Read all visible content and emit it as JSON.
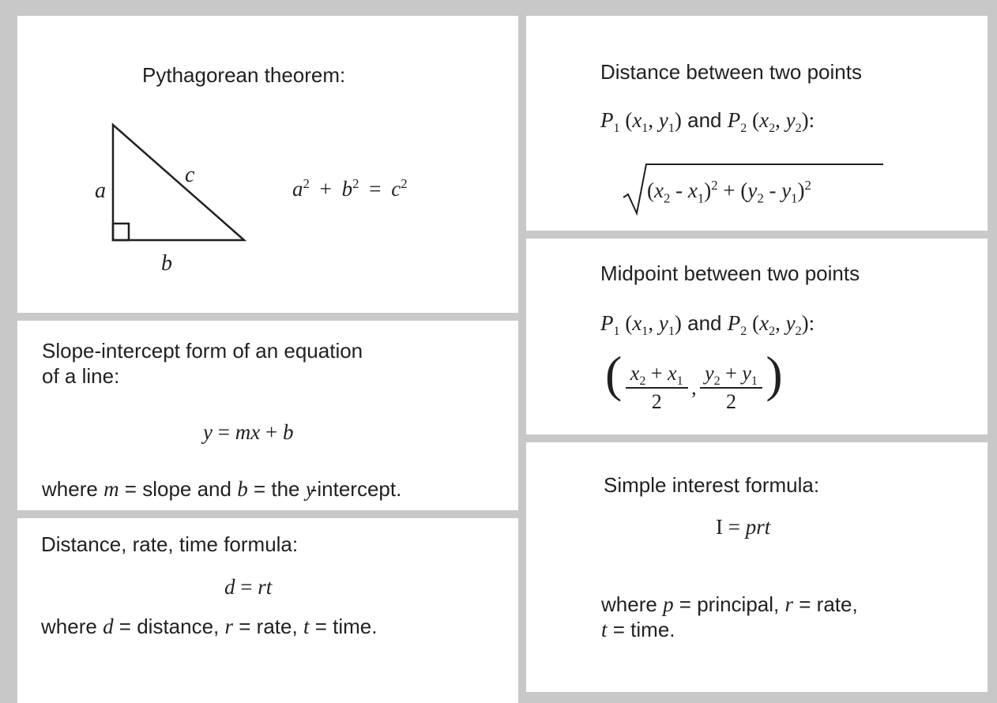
{
  "pythagorean": {
    "title": "Pythagorean theorem:",
    "label_a": "a",
    "label_b": "b",
    "label_c": "c"
  },
  "slope": {
    "line1": "Slope-intercept form of an equation",
    "line2": "of a line:",
    "word_where": "where",
    "word_eq_slope_and": "= slope and",
    "word_eq_the": "= the",
    "word_intercept": "-intercept."
  },
  "drt": {
    "title": "Distance, rate, time formula:",
    "word_where": "where",
    "word_distance": "= distance,",
    "word_rate": "= rate,",
    "word_time": "= time."
  },
  "distance": {
    "title": "Distance between two points",
    "word_and": "and"
  },
  "midpoint": {
    "title": "Midpoint between two points",
    "word_and": "and"
  },
  "interest": {
    "title": "Simple interest formula:",
    "word_where": "where",
    "word_principal": "= principal,",
    "word_rate": "= rate,",
    "word_time": "= time."
  },
  "colors": {
    "border": "#c8c8c8",
    "panel": "#ffffff",
    "ink": "#231f20"
  }
}
